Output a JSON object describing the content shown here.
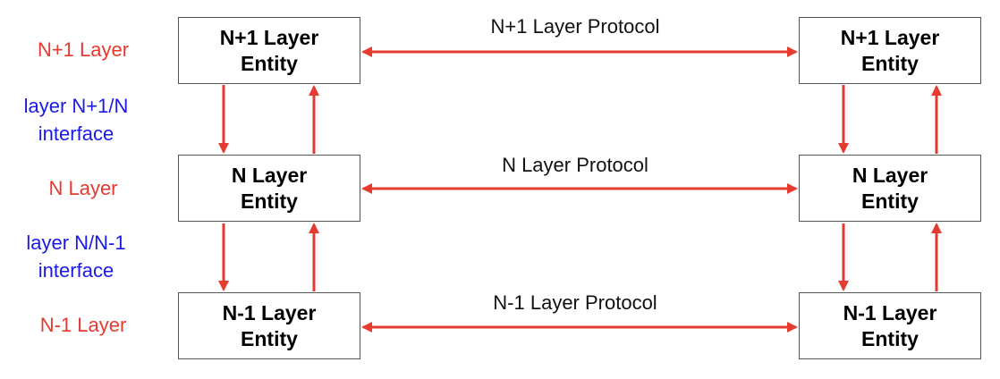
{
  "colors": {
    "arrow": "#e53a2f",
    "layer_label": "#e53a2f",
    "interface_label": "#1a1ae6"
  },
  "side_labels": {
    "n_plus_1_layer": "N+1 Layer",
    "n_plus_1_interface": "layer N+1/N\ninterface",
    "n_layer": "N Layer",
    "n_minus_1_interface": "layer N/N-1\ninterface",
    "n_minus_1_layer": "N-1 Layer"
  },
  "entities": {
    "left_n_plus_1": "N+1 Layer\nEntity",
    "left_n": "N Layer\nEntity",
    "left_n_minus_1": "N-1 Layer\nEntity",
    "right_n_plus_1": "N+1 Layer\nEntity",
    "right_n": "N Layer\nEntity",
    "right_n_minus_1": "N-1 Layer\nEntity"
  },
  "protocols": {
    "n_plus_1": "N+1 Layer Protocol",
    "n": "N Layer Protocol",
    "n_minus_1": "N-1 Layer Protocol"
  }
}
